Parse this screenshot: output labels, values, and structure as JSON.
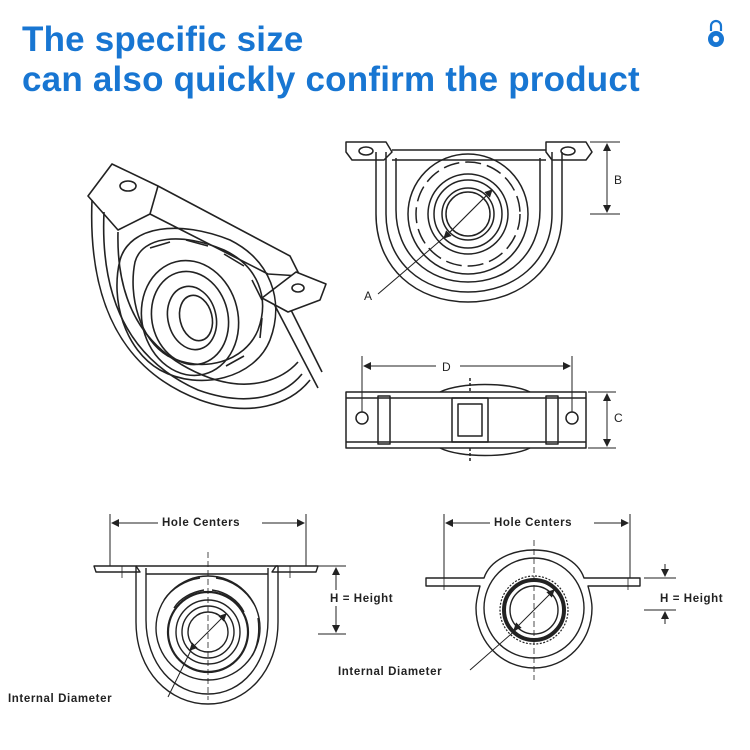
{
  "headline": {
    "line1": "The specific size",
    "line2": "can also quickly confirm the product"
  },
  "accent_color": "#1876d2",
  "icons": [
    "lock-icon"
  ],
  "labels": {
    "a": "A",
    "b": "B",
    "c": "C",
    "d": "D",
    "hole_centers_left": "Hole Centers",
    "hole_centers_right": "Hole Centers",
    "height_left": "H = Height",
    "height_right": "H = Height",
    "internal_diameter_left": "Internal Diameter",
    "internal_diameter_right": "Internal Diameter"
  }
}
